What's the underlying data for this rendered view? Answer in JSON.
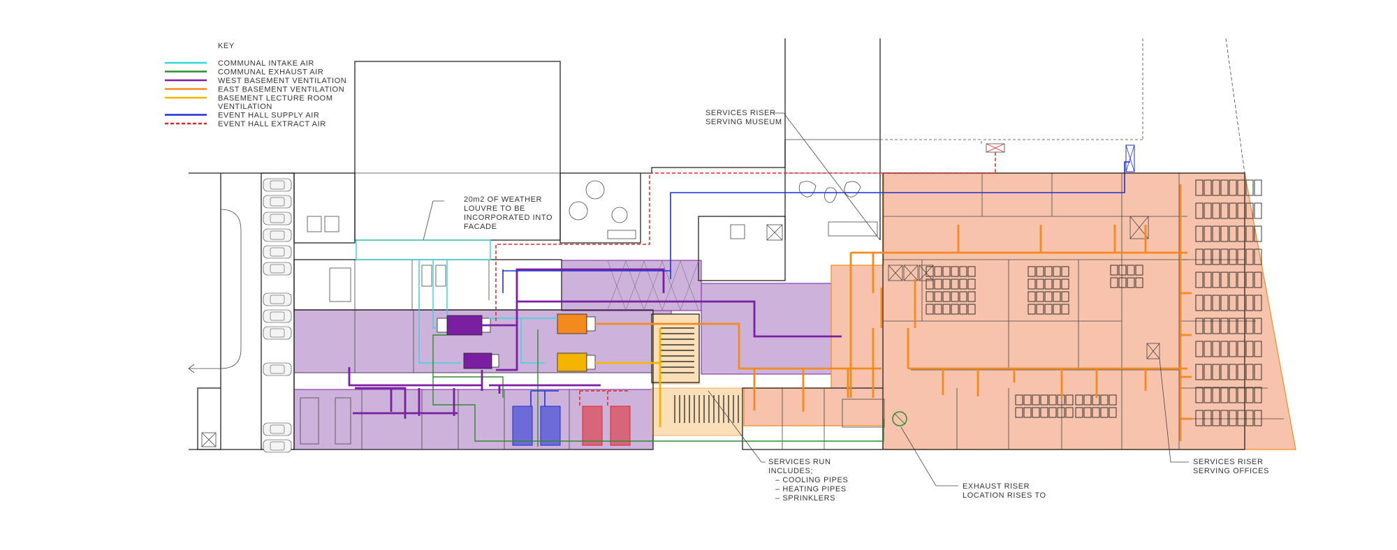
{
  "key": {
    "title": "KEY",
    "items": [
      {
        "label": "COMMUNAL INTAKE AIR",
        "color": "#33d6dc",
        "style": "solid"
      },
      {
        "label": "COMMUNAL EXHAUST AIR",
        "color": "#2e8b2e",
        "style": "solid"
      },
      {
        "label": "WEST BASEMENT VENTILATION",
        "color": "#7a1fa2",
        "style": "solid"
      },
      {
        "label": "EAST BASEMENT VENTILATION",
        "color": "#f28a1e",
        "style": "solid"
      },
      {
        "label": "BASEMENT LECTURE ROOM",
        "label2": "VENTILATION",
        "color": "#f5b400",
        "style": "solid"
      },
      {
        "label": "EVENT HALL SUPPLY AIR",
        "color": "#1f2fd6",
        "style": "solid"
      },
      {
        "label": "EVENT HALL EXTRACT AIR",
        "color": "#e0262a",
        "style": "dashed"
      }
    ]
  },
  "annotations": {
    "louvre": [
      "20m2 OF WEATHER",
      "LOUVRE TO BE",
      "INCORPORATED INTO",
      "FACADE"
    ],
    "riser_museum": [
      "SERVICES RISER",
      "SERVING MUSEUM"
    ],
    "services_run": [
      "SERVICES RUN",
      "INCLUDES;",
      "– COOLING PIPES",
      "– HEATING PIPES",
      "– SPRINKLERS"
    ],
    "exhaust_riser": [
      "EXHAUST RISER",
      "LOCATION RISES TO"
    ],
    "riser_offices": [
      "SERVICES RISER",
      "SERVING OFFICES"
    ]
  },
  "zones": {
    "west_fill": "#cdb3dc",
    "east_fill": "#f7c3ad",
    "lecture_fill": "#fbdfb8"
  }
}
